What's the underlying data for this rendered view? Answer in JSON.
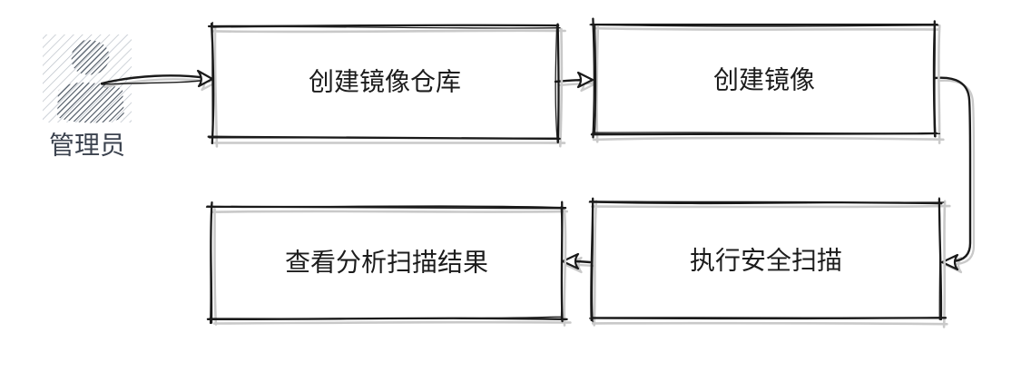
{
  "diagram": {
    "actor": {
      "label": "管理员",
      "icon": "person-scribble-icon"
    },
    "nodes": [
      {
        "id": "create-image-registry",
        "label": "创建镜像仓库"
      },
      {
        "id": "create-image",
        "label": "创建镜像"
      },
      {
        "id": "run-security-scan",
        "label": "执行安全扫描"
      },
      {
        "id": "view-scan-results",
        "label": "查看分析扫描结果"
      }
    ],
    "edges": [
      {
        "from": "管理员",
        "to": "创建镜像仓库"
      },
      {
        "from": "创建镜像仓库",
        "to": "创建镜像"
      },
      {
        "from": "创建镜像",
        "to": "执行安全扫描"
      },
      {
        "from": "执行安全扫描",
        "to": "查看分析扫描结果"
      }
    ],
    "colors": {
      "stroke": "#1a1a1a",
      "shadow": "#c9c9c9",
      "text": "#1c1c1c",
      "actor_label": "#3c434f",
      "hatch_dark": "#49535f",
      "hatch_light": "#b9bfc7",
      "background": "#ffffff"
    }
  }
}
